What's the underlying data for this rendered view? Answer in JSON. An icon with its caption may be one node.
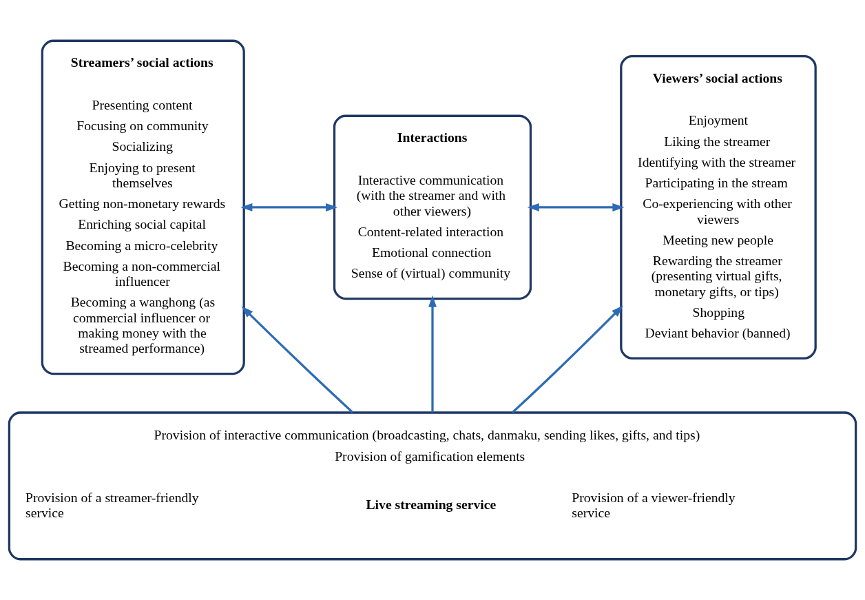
{
  "diagram": {
    "nodes": [
      {
        "text": [
          "Streamers’ social actions",
          "Presenting content",
          "Focusing on community",
          "Socializing",
          "Enjoying to present themselves",
          "Getting non-monetary rewards",
          "Enriching social capital",
          "Becoming a micro-celebrity",
          "Becoming a non-commercial influencer",
          "Becoming a wanghong (as commercial influencer or making money with the streamed performance)"
        ]
      },
      {
        "text": [
          "Interactions",
          "Interactive communication (with the streamer and with other viewers)",
          "Content-related interaction",
          "Emotional connection",
          "Sense of (virtual) community"
        ]
      },
      {
        "text": [
          "Viewers’ social actions",
          "Enjoyment",
          "Liking the streamer",
          "Identifying with the streamer",
          "Participating in the stream",
          "Co-experiencing with other viewers",
          "Meeting new people",
          "Rewarding the streamer (presenting virtual gifts, monetary gifts, or tips)",
          "Shopping",
          "Deviant behavior (banned)"
        ]
      },
      {
        "text": [
          "Provision of interactive communication (broadcasting, chats, danmaku, sending likes, gifts, and tips)",
          "Provision of gamification elements",
          "Provision of a streamer-friendly service",
          "Live streaming service",
          "Provision of a viewer-friendly service"
        ]
      }
    ],
    "edges": [
      {
        "from": 0,
        "to": 1,
        "arrow": "both"
      },
      {
        "from": 1,
        "to": 2,
        "arrow": "both"
      },
      {
        "from": 3,
        "to": 0,
        "arrow": "to"
      },
      {
        "from": 3,
        "to": 1,
        "arrow": "to"
      },
      {
        "from": 3,
        "to": 2,
        "arrow": "to"
      }
    ]
  }
}
